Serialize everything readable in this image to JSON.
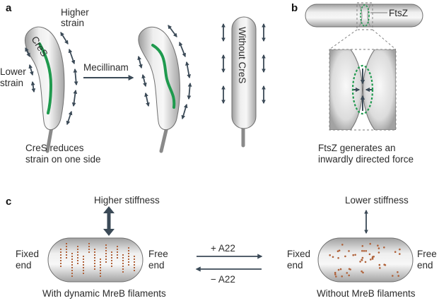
{
  "panels": {
    "a": "a",
    "b": "b",
    "c": "c"
  },
  "panel_a": {
    "cres_label": "CreS",
    "higher_strain": [
      "Higher",
      "strain"
    ],
    "lower_strain": [
      "Lower",
      "strain"
    ],
    "drug": "Mecillinam",
    "without_cres": "Without CreS",
    "caption": [
      "CreS reduces",
      "strain on one side"
    ]
  },
  "panel_b": {
    "ftsz_label": "FtsZ",
    "caption": [
      "FtsZ generates an",
      "inwardly directed force"
    ]
  },
  "panel_c": {
    "higher_stiffness": "Higher stiffness",
    "lower_stiffness": "Lower stiffness",
    "fixed_end": [
      "Fixed",
      "end"
    ],
    "free_end": [
      "Free",
      "end"
    ],
    "add_drug": "+ A22",
    "remove_drug": "− A22",
    "caption_left": "With dynamic MreB filaments",
    "caption_right": "Without MreB filaments"
  },
  "colors": {
    "arrow": "#3b4a57",
    "cres": "#1f9a4e",
    "mreb": "#b0623a",
    "cell_edge": "#6f6f6f"
  }
}
